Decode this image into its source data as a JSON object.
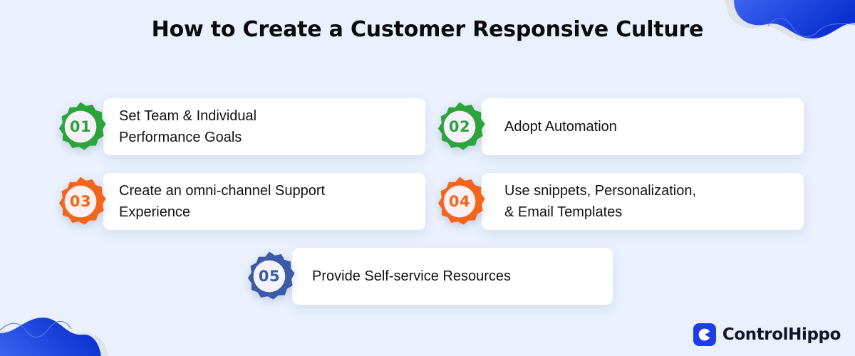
{
  "page": {
    "title": "How to Create a Customer Responsive Culture",
    "background_color": "#eaf1fc"
  },
  "steps": [
    {
      "number": "01",
      "text": "Set Team & Individual\nPerformance Goals",
      "badge_color": "#2ba43c",
      "badge_inner_color": "#f7f1fa",
      "number_color": "#2ba43c"
    },
    {
      "number": "02",
      "text": "Adopt Automation",
      "badge_color": "#2ba43c",
      "badge_inner_color": "#f7f1fa",
      "number_color": "#2ba43c"
    },
    {
      "number": "03",
      "text": "Create an omni-channel Support\nExperience",
      "badge_color": "#f4651c",
      "badge_inner_color": "#fbf1f4",
      "number_color": "#f4651c"
    },
    {
      "number": "04",
      "text": "Use snippets, Personalization,\n& Email Templates",
      "badge_color": "#f4651c",
      "badge_inner_color": "#fbf1f4",
      "number_color": "#f4651c"
    },
    {
      "number": "05",
      "text": "Provide Self-service Resources",
      "badge_color": "#3a5ba8",
      "badge_inner_color": "#f5f2fa",
      "number_color": "#3a5ba8"
    }
  ],
  "decor": {
    "blob_color_start": "#3c63f0",
    "blob_color_end": "#0b2fd0",
    "blob_shadow_color": "#dfe3ea",
    "blob_outline_color": "#5574e8"
  },
  "brand": {
    "name": "ControlHippo",
    "mark_background": "#1e3ce8",
    "mark_glyph_color": "#ffffff",
    "text_color": "#14142b"
  }
}
